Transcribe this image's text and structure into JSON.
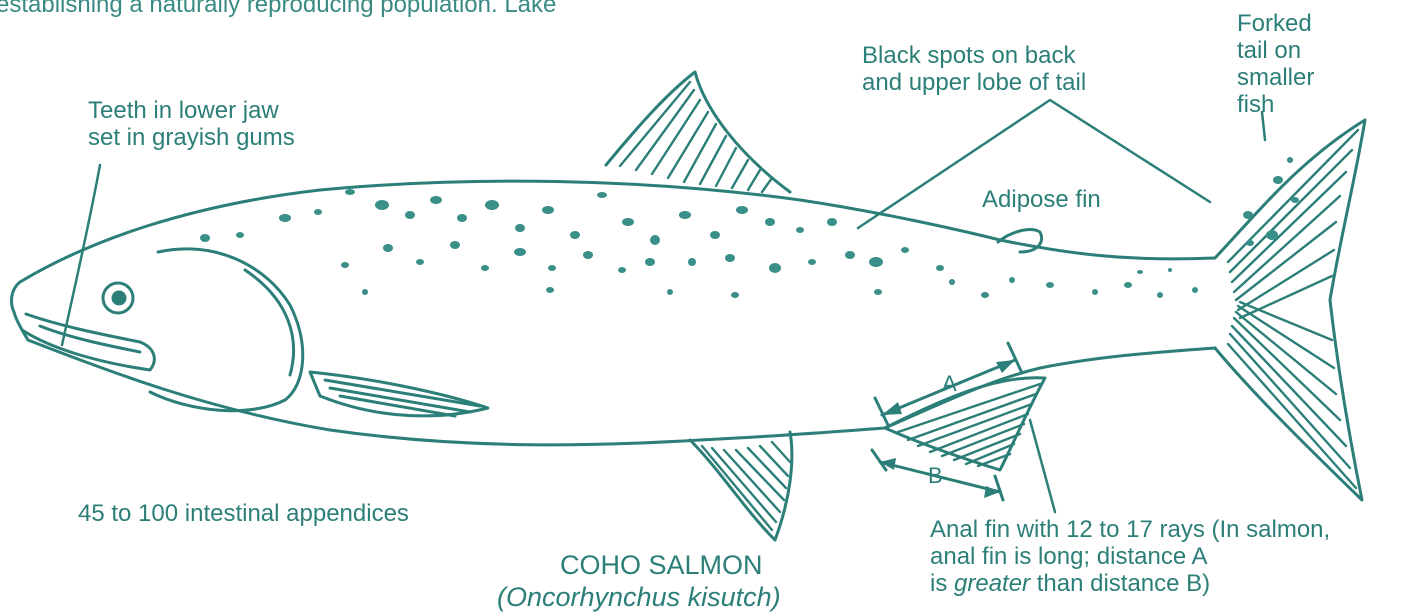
{
  "colors": {
    "ink": "#2c7f78",
    "fill": "#3a8f88",
    "paper": "#ffffff"
  },
  "text": {
    "top_cut": "establishing a naturally reproducing population. Lake",
    "teeth": [
      "Teeth in lower jaw",
      "set in grayish gums"
    ],
    "spots": [
      "Black spots on back",
      "and upper lobe of tail"
    ],
    "forked": [
      "Forked",
      "tail on",
      "smaller",
      "fish"
    ],
    "adipose": "Adipose fin",
    "intestinal": "45 to 100 intestinal appendices",
    "title": "COHO SALMON",
    "subtitle": "(Oncorhynchus kisutch)",
    "anal_line1": "Anal fin with 12 to 17 rays (In salmon,",
    "anal_line2": "anal fin is long; distance A",
    "anal_line3_pre": "is ",
    "anal_line3_em": "greater",
    "anal_line3_post": " than distance B)",
    "dist_a": "A",
    "dist_b": "B"
  }
}
